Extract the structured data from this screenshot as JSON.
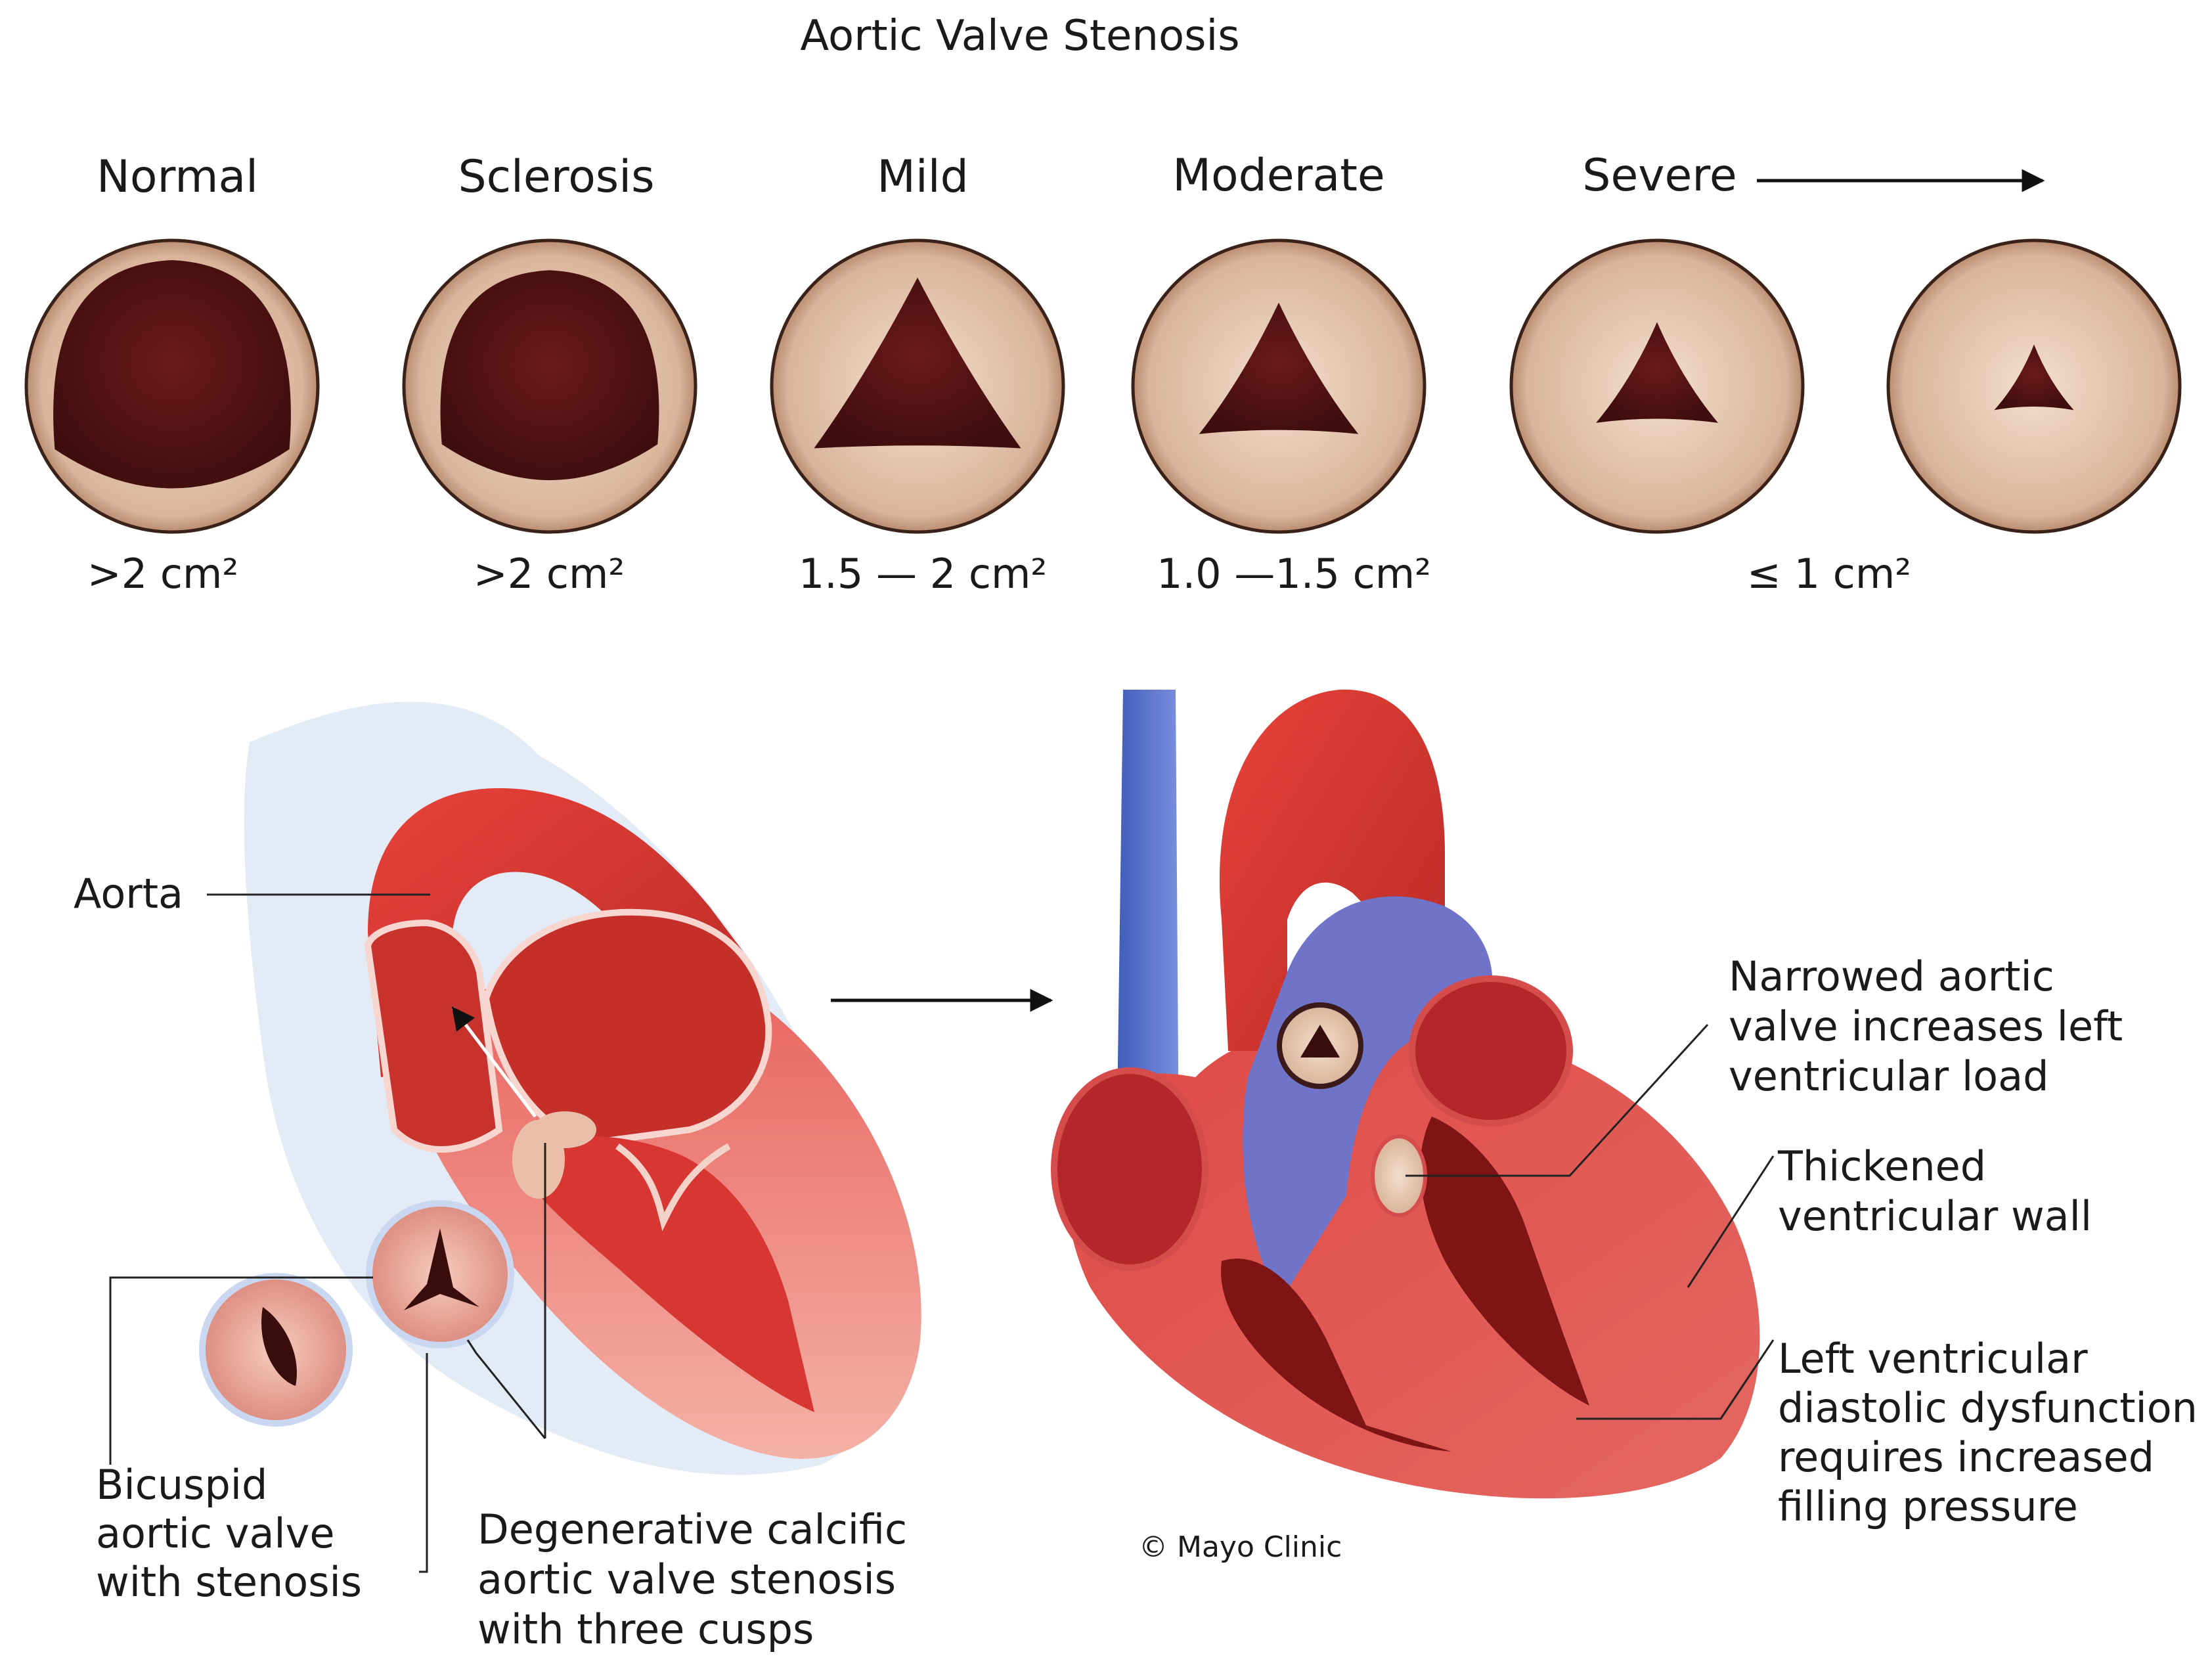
{
  "title": "Aortic Valve Stenosis",
  "stages": [
    {
      "label": "Normal",
      "area": ">2 cm²",
      "opening": 1.0
    },
    {
      "label": "Sclerosis",
      "area": ">2 cm²",
      "opening": 0.92
    },
    {
      "label": "Mild",
      "area": "1.5 — 2 cm²",
      "opening": 0.78
    },
    {
      "label": "Moderate",
      "area": "1.0 —1.5 cm²",
      "opening": 0.6
    },
    {
      "label": "Severe",
      "area": "≤ 1 cm²",
      "opening": 0.46
    },
    {
      "label": "",
      "area": "",
      "opening": 0.3
    }
  ],
  "labels": {
    "aorta": "Aorta",
    "bicuspid": [
      "Bicuspid",
      "aortic valve",
      "with stenosis"
    ],
    "degenerative": [
      "Degenerative calcific",
      "aortic valve stenosis",
      "with three cusps"
    ],
    "narrowed": [
      "Narrowed aortic",
      "valve increases left",
      "ventricular load"
    ],
    "thickened": [
      "Thickened",
      "ventricular wall"
    ],
    "diastolic": [
      "Left ventricular",
      "diastolic dysfunction",
      "requires increased",
      "filling pressure"
    ],
    "credit": "© Mayo Clinic"
  },
  "colors": {
    "valve_rim": "#c9a58c",
    "valve_tissue": "#e6cbb5",
    "valve_opening": "#5a1515",
    "heart_red": "#d93a35",
    "heart_pink": "#e8706b",
    "vein_blue": "#5870c8",
    "background_blue": "#dce6f3"
  }
}
